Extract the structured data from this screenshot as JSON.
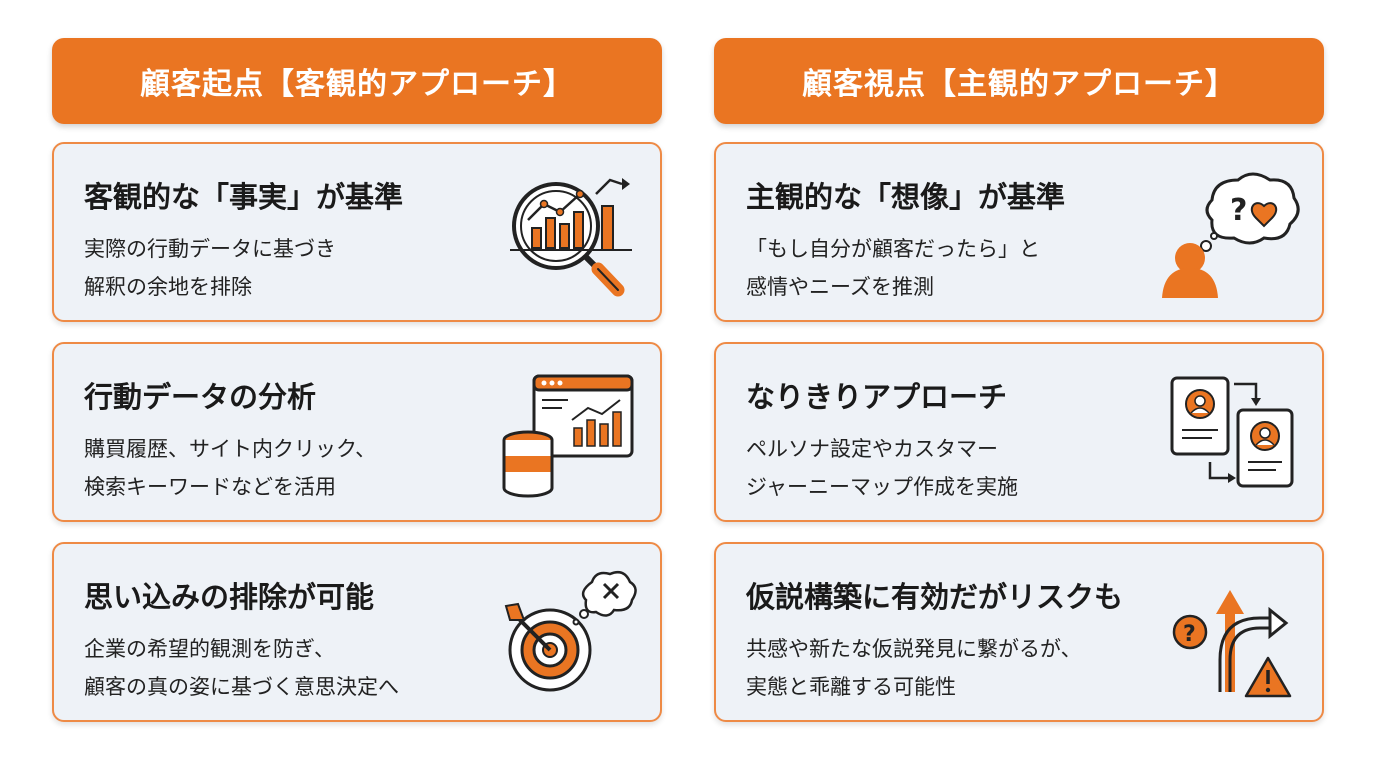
{
  "left": {
    "header": "顧客起点【客観的アプローチ】",
    "cards": [
      {
        "title": "客観的な「事実」が基準",
        "lines": [
          "実際の行動データに基づき",
          "解釈の余地を排除"
        ],
        "icon": "magnifier-chart-icon"
      },
      {
        "title": "行動データの分析",
        "lines": [
          "購買履歴、サイト内クリック、",
          "検索キーワードなどを活用"
        ],
        "icon": "database-dashboard-icon"
      },
      {
        "title": "思い込みの排除が可能",
        "lines": [
          "企業の希望的観測を防ぎ、",
          "顧客の真の姿に基づく意思決定へ"
        ],
        "icon": "target-arrow-icon"
      }
    ]
  },
  "right": {
    "header": "顧客視点【主観的アプローチ】",
    "cards": [
      {
        "title": "主観的な「想像」が基準",
        "lines": [
          "「もし自分が顧客だったら」と",
          "感情やニーズを推測"
        ],
        "icon": "thinking-person-icon"
      },
      {
        "title": "なりきりアプローチ",
        "lines": [
          "ペルソナ設定やカスタマー",
          "ジャーニーマップ作成を実施"
        ],
        "icon": "persona-cards-icon"
      },
      {
        "title": "仮説構築に有効だがリスクも",
        "lines": [
          "共感や新たな仮説発見に繋がるが、",
          "実態と乖離する可能性"
        ],
        "icon": "branching-risk-icon"
      }
    ]
  },
  "colors": {
    "accent": "#ea7522",
    "card_border": "#ee8a45",
    "card_bg": "#eef2f7",
    "ink": "#222222"
  }
}
